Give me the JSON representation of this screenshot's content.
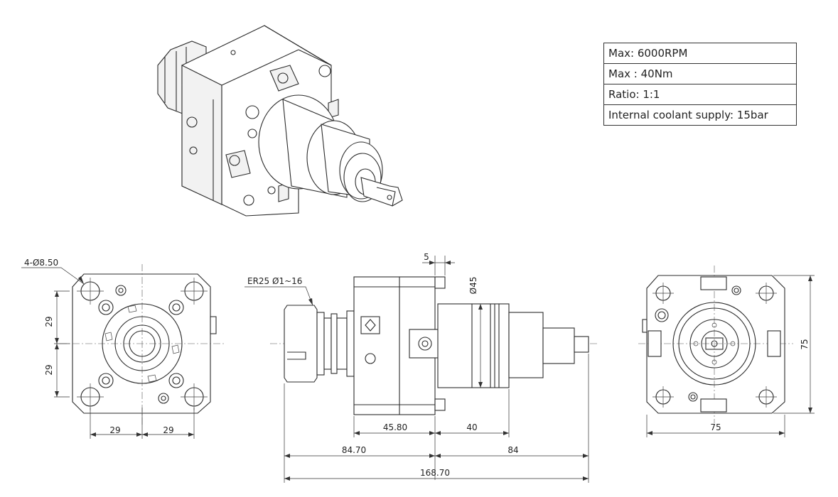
{
  "specs": [
    {
      "text": "Max: 6000RPM"
    },
    {
      "text": "Max : 40Nm"
    },
    {
      "text": "Ratio:  1:1"
    },
    {
      "text": "Internal coolant supply: 15bar"
    }
  ],
  "dimensions": {
    "holes": "4-Ø8.50",
    "collet": "ER25 Ø1~16",
    "left_v_top": "29",
    "left_v_bottom": "29",
    "left_h_left": "29",
    "left_h_right": "29",
    "side_offset": "5",
    "side_dia": "Ø45",
    "side_45_80": "45.80",
    "side_40": "40",
    "side_84_70": "84.70",
    "side_84": "84",
    "side_total": "168.70",
    "right_width": "75",
    "right_height": "75"
  }
}
